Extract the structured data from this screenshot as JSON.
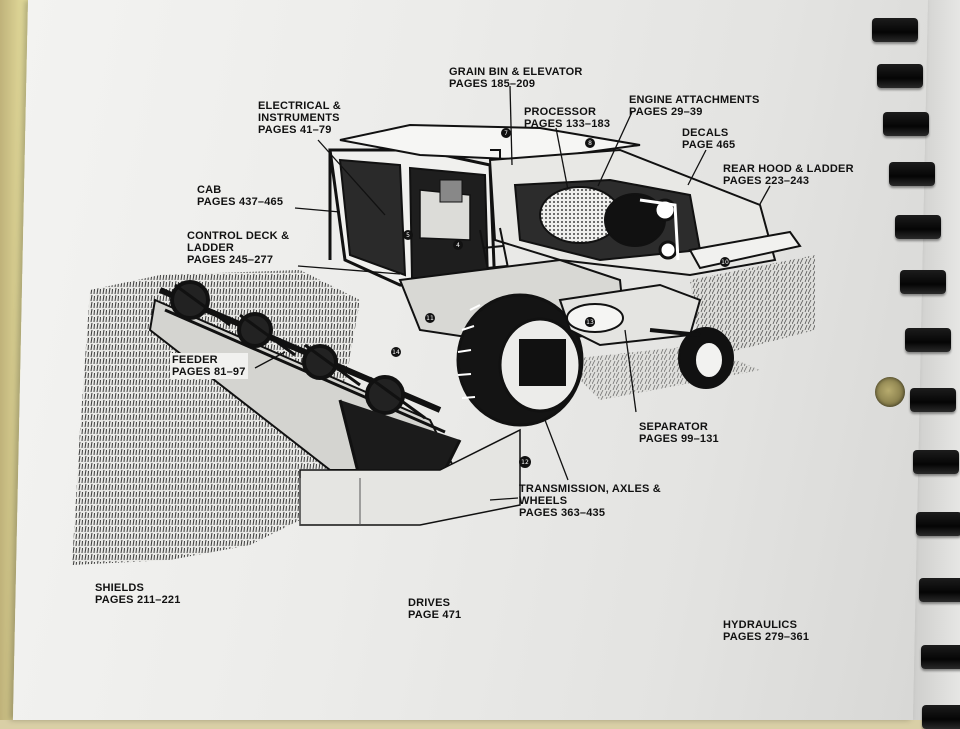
{
  "labels": {
    "grain_bin": {
      "line1": "GRAIN BIN & ELEVATOR",
      "line2": "PAGES 185–209"
    },
    "electrical": {
      "line1": "ELECTRICAL &",
      "line2": "INSTRUMENTS",
      "line3": "PAGES 41–79"
    },
    "processor": {
      "line1": "PROCESSOR",
      "line2": "PAGES 133–183"
    },
    "engine": {
      "line1": "ENGINE ATTACHMENTS",
      "line2": "PAGES 29–39"
    },
    "decals": {
      "line1": "DECALS",
      "line2": "PAGE 465"
    },
    "rear_hood": {
      "line1": "REAR HOOD & LADDER",
      "line2": "PAGES 223–243"
    },
    "cab": {
      "line1": "CAB",
      "line2": "PAGES 437–465"
    },
    "control_deck": {
      "line1": "CONTROL DECK &",
      "line2": "LADDER",
      "line3": "PAGES 245–277"
    },
    "feeder": {
      "line1": "FEEDER",
      "line2": "PAGES 81–97"
    },
    "separator": {
      "line1": "SEPARATOR",
      "line2": "PAGES 99–131"
    },
    "transmission": {
      "line1": "TRANSMISSION, AXLES &",
      "line2": "WHEELS",
      "line3": "PAGES 363–435"
    },
    "shields": {
      "line1": "SHIELDS",
      "line2": "PAGES 211–221"
    },
    "drives": {
      "line1": "DRIVES",
      "line2": "PAGE  471"
    },
    "hydraulics": {
      "line1": "HYDRAULICS",
      "line2": "PAGES 279–361"
    }
  },
  "callout_markers": [
    "7",
    "8",
    "5",
    "4",
    "10",
    "11",
    "12",
    "14",
    "13"
  ]
}
